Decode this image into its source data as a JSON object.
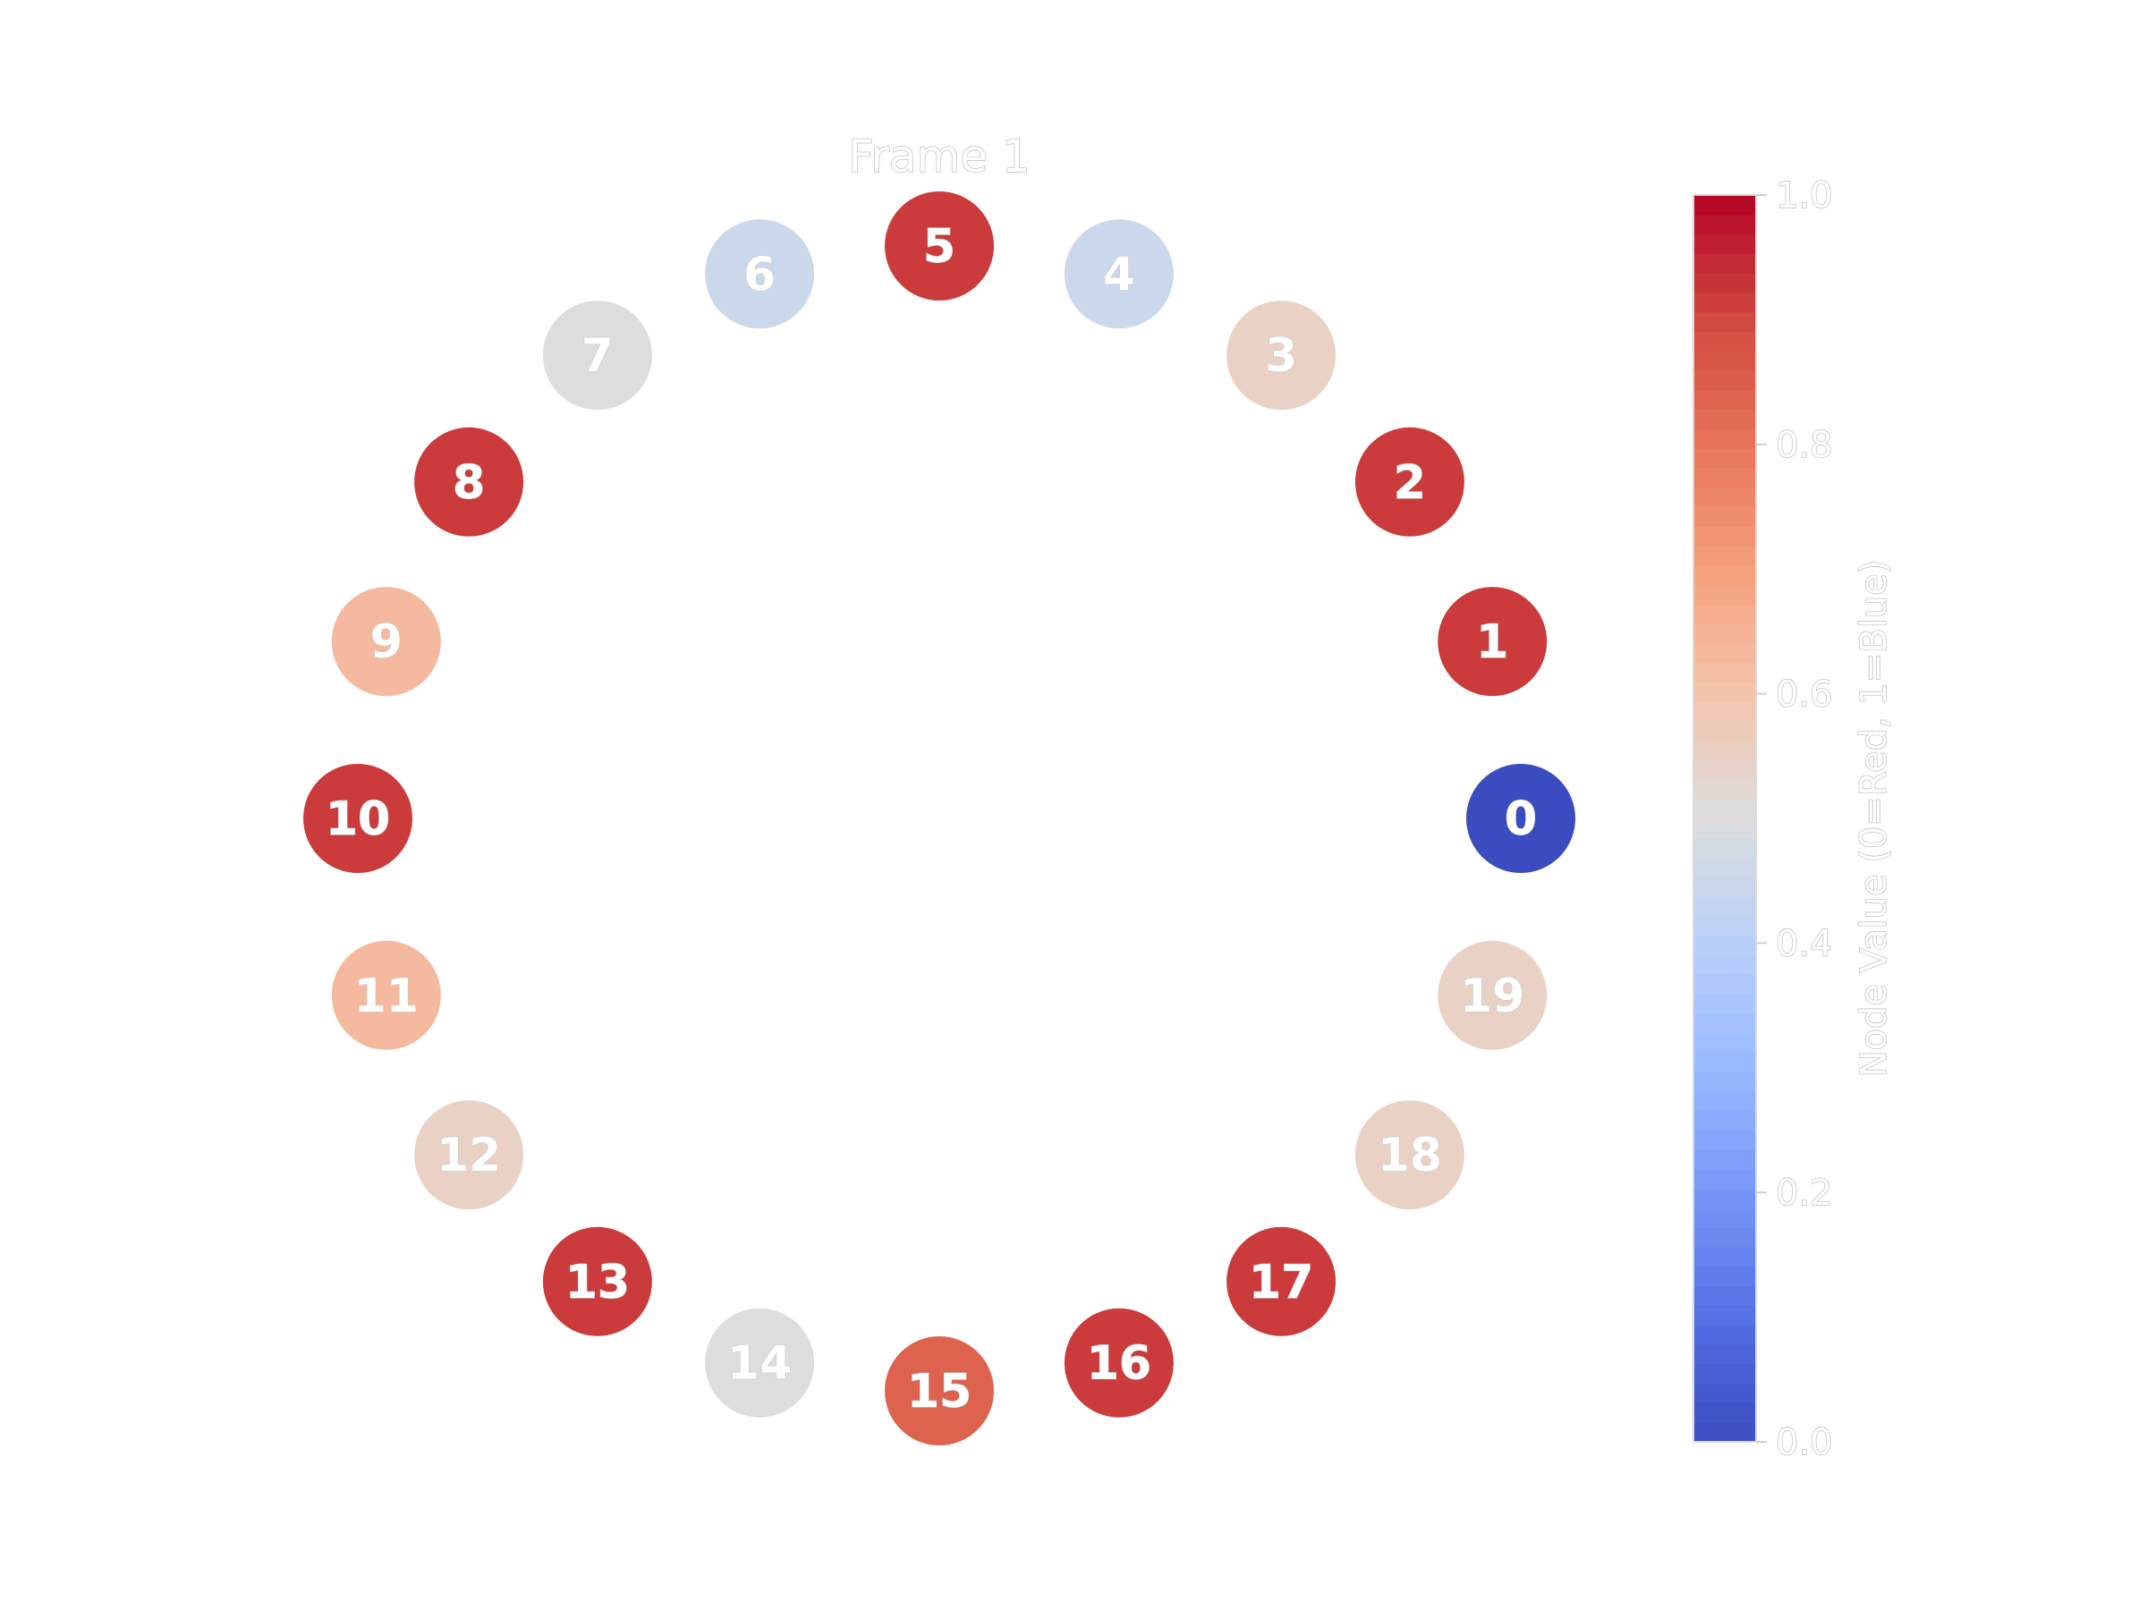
{
  "chart_data": {
    "type": "scatter",
    "title": "Frame 1",
    "colorbar": {
      "label": "Node Value (0=Red, 1=Blue)",
      "range": [
        0.0,
        1.0
      ],
      "ticks": [
        "0.0",
        "0.2",
        "0.4",
        "0.6",
        "0.8",
        "1.0"
      ],
      "colormap": "coolwarm",
      "levels": 64
    },
    "nodes": [
      {
        "label": "0",
        "value": 0.0
      },
      {
        "label": "1",
        "value": 0.92
      },
      {
        "label": "2",
        "value": 0.92
      },
      {
        "label": "3",
        "value": 0.55
      },
      {
        "label": "4",
        "value": 0.45
      },
      {
        "label": "5",
        "value": 0.92
      },
      {
        "label": "6",
        "value": 0.45
      },
      {
        "label": "7",
        "value": 0.5
      },
      {
        "label": "8",
        "value": 0.92
      },
      {
        "label": "9",
        "value": 0.63
      },
      {
        "label": "10",
        "value": 0.92
      },
      {
        "label": "11",
        "value": 0.63
      },
      {
        "label": "12",
        "value": 0.55
      },
      {
        "label": "13",
        "value": 0.92
      },
      {
        "label": "14",
        "value": 0.5
      },
      {
        "label": "15",
        "value": 0.84
      },
      {
        "label": "16",
        "value": 0.92
      },
      {
        "label": "17",
        "value": 0.92
      },
      {
        "label": "18",
        "value": 0.55
      },
      {
        "label": "19",
        "value": 0.55
      }
    ]
  }
}
